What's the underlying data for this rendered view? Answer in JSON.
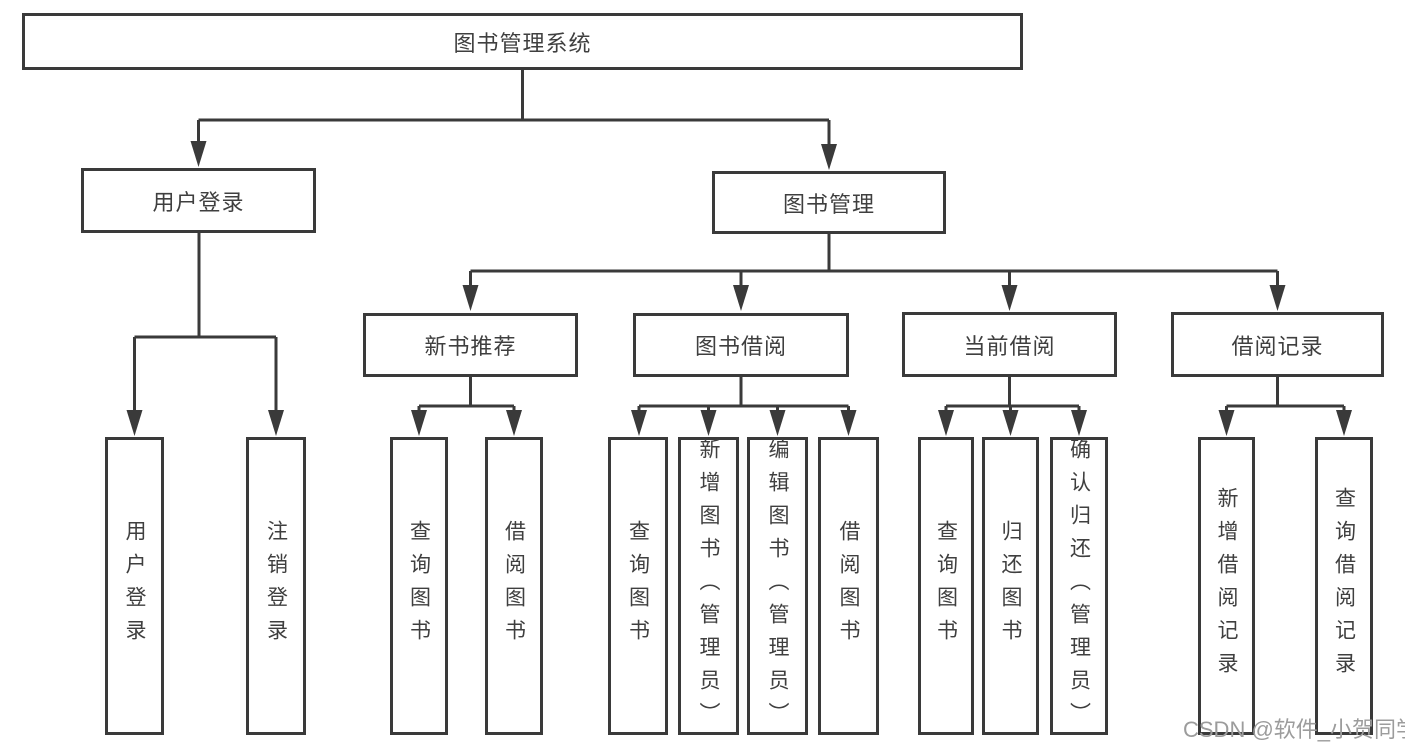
{
  "tree": {
    "label": "图书管理系统",
    "children": [
      {
        "label": "用户登录",
        "children": [
          {
            "label": "用户登录"
          },
          {
            "label": "注销登录"
          }
        ]
      },
      {
        "label": "图书管理",
        "children": [
          {
            "label": "新书推荐",
            "children": [
              {
                "label": "查询图书"
              },
              {
                "label": "借阅图书"
              }
            ]
          },
          {
            "label": "图书借阅",
            "children": [
              {
                "label": "查询图书"
              },
              {
                "label": "新增图书（管理员）"
              },
              {
                "label": "编辑图书（管理员）"
              },
              {
                "label": "借阅图书"
              }
            ]
          },
          {
            "label": "当前借阅",
            "children": [
              {
                "label": "查询图书"
              },
              {
                "label": "归还图书"
              },
              {
                "label": "确认归还（管理员）"
              }
            ]
          },
          {
            "label": "借阅记录",
            "children": [
              {
                "label": "新增借阅记录"
              },
              {
                "label": "查询借阅记录"
              }
            ]
          }
        ]
      }
    ]
  },
  "watermark": {
    "text": "CSDN @软件_小贺同学"
  },
  "colors": {
    "line": "#3a3a3a",
    "text": "#3f3f3f",
    "watermark": "#9c9c9c",
    "background": "#ffffff"
  }
}
